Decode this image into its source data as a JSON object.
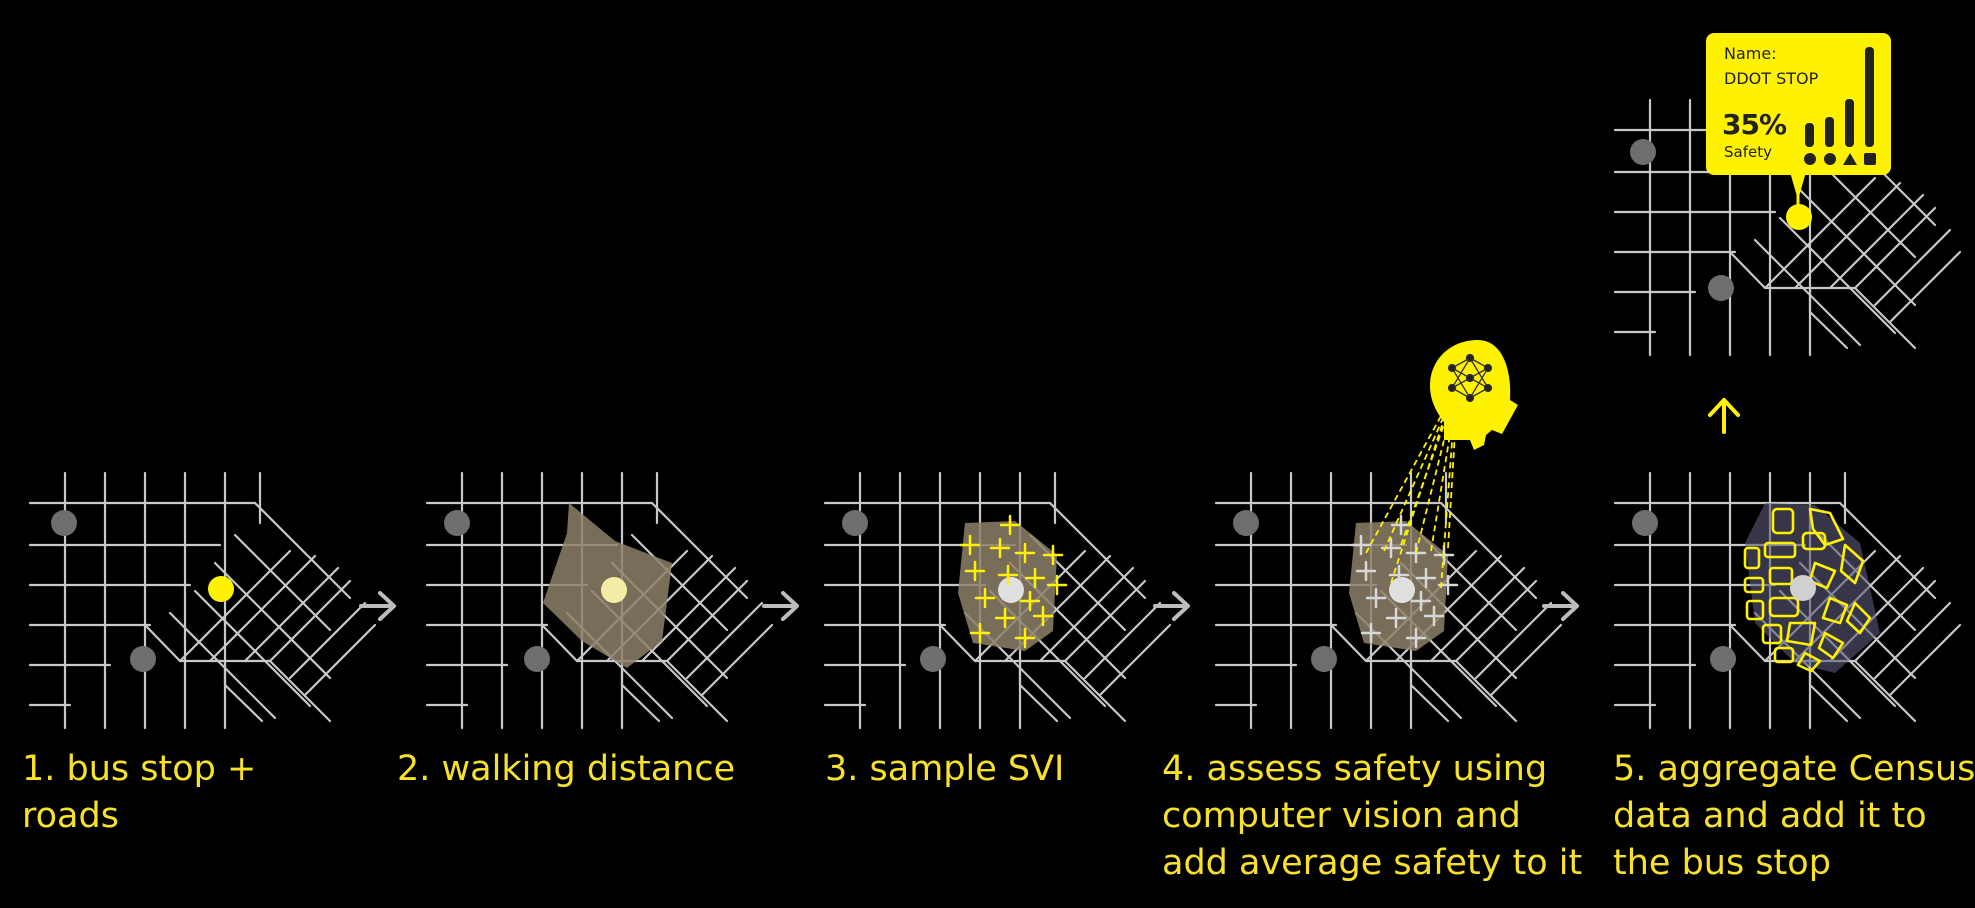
{
  "steps": [
    {
      "line1": "1. bus stop +",
      "line2": "roads",
      "line3": ""
    },
    {
      "line1": "2. walking distance",
      "line2": "",
      "line3": ""
    },
    {
      "line1": "3. sample SVI",
      "line2": "",
      "line3": ""
    },
    {
      "line1": "4. assess safety using",
      "line2": "computer vision and",
      "line3": "add average safety to it"
    },
    {
      "line1": "5. aggregate Census",
      "line2": "data and add it to",
      "line3": "the bus stop"
    }
  ],
  "card": {
    "name_label": "Name:",
    "name_value": "DDOT STOP",
    "safety_value": "35%",
    "safety_label": "Safety"
  },
  "colors": {
    "background": "#000000",
    "accent": "#fff200",
    "label_text": "#f7e12a",
    "road": "#c8c8c8",
    "stop_grey": "#6e6e6e",
    "area_fill": "#8c8068",
    "arrow_grey": "#bdbdbd"
  },
  "icons": [
    "arrow-right-icon",
    "arrow-up-icon",
    "brain-head-icon",
    "neural-network-icon",
    "bar-chart-icon"
  ]
}
